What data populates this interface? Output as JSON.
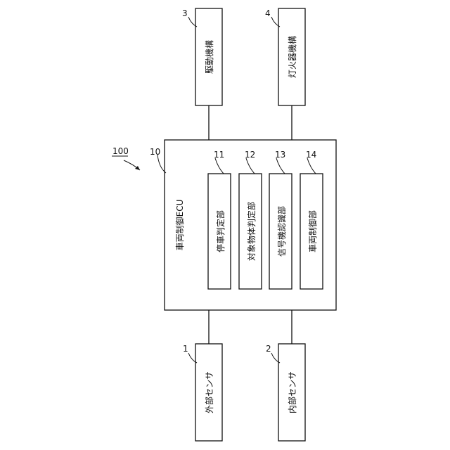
{
  "system_label": "100",
  "ecu": {
    "ref": "10",
    "label": "車両制御ECU"
  },
  "units": [
    {
      "ref": "11",
      "label": "停車判定部"
    },
    {
      "ref": "12",
      "label": "対象物体判定部"
    },
    {
      "ref": "13",
      "label": "信号機認識部"
    },
    {
      "ref": "14",
      "label": "車両制御部"
    }
  ],
  "outputs": [
    {
      "ref": "3",
      "label": "駆動機構"
    },
    {
      "ref": "4",
      "label": "灯火器機構"
    }
  ],
  "inputs": [
    {
      "ref": "1",
      "label": "外部センサ"
    },
    {
      "ref": "2",
      "label": "内部センサ"
    }
  ]
}
